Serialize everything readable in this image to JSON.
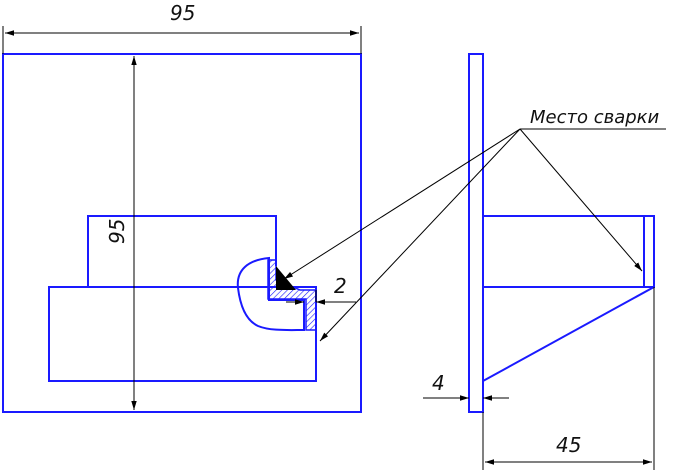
{
  "colors": {
    "outline": "#1a1aff",
    "dimension": "#000000",
    "hatch": "#1a1aff",
    "weld_fill": "#000000",
    "background": "#ffffff"
  },
  "dimensions": {
    "plate_width": "95",
    "plate_height": "95",
    "weld_gap": "2",
    "plate_thickness": "4",
    "bracket_depth": "45"
  },
  "annotations": {
    "weld_location": "Место сварки"
  }
}
